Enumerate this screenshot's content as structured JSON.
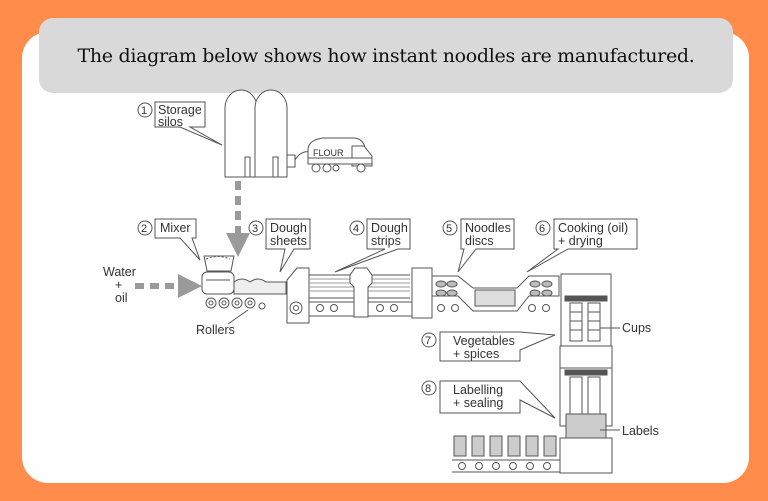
{
  "header": {
    "title": "The diagram below shows how instant noodles are manufactured."
  },
  "colors": {
    "background": "#FF8C4A",
    "card": "#FFFFFF",
    "header_box": "#D9D9D9",
    "line": "#555555",
    "arrow": "#9A9A9A"
  },
  "diagram": {
    "steps": [
      {
        "number": "1",
        "line1": "Storage",
        "line2": "silos"
      },
      {
        "number": "2",
        "line1": "Mixer",
        "line2": ""
      },
      {
        "number": "3",
        "line1": "Dough",
        "line2": "sheets"
      },
      {
        "number": "4",
        "line1": "Dough",
        "line2": "strips"
      },
      {
        "number": "5",
        "line1": "Noodles",
        "line2": "discs"
      },
      {
        "number": "6",
        "line1": "Cooking (oil)",
        "line2": "+ drying"
      },
      {
        "number": "7",
        "line1": "Vegetables",
        "line2": "+ spices"
      },
      {
        "number": "8",
        "line1": "Labelling",
        "line2": "+ sealing"
      }
    ],
    "inputs": {
      "water_line1": "Water",
      "water_line2": "+",
      "water_line3": "oil",
      "truck_label": "FLOUR"
    },
    "annotations": {
      "rollers": "Rollers",
      "cups": "Cups",
      "labels": "Labels"
    }
  }
}
